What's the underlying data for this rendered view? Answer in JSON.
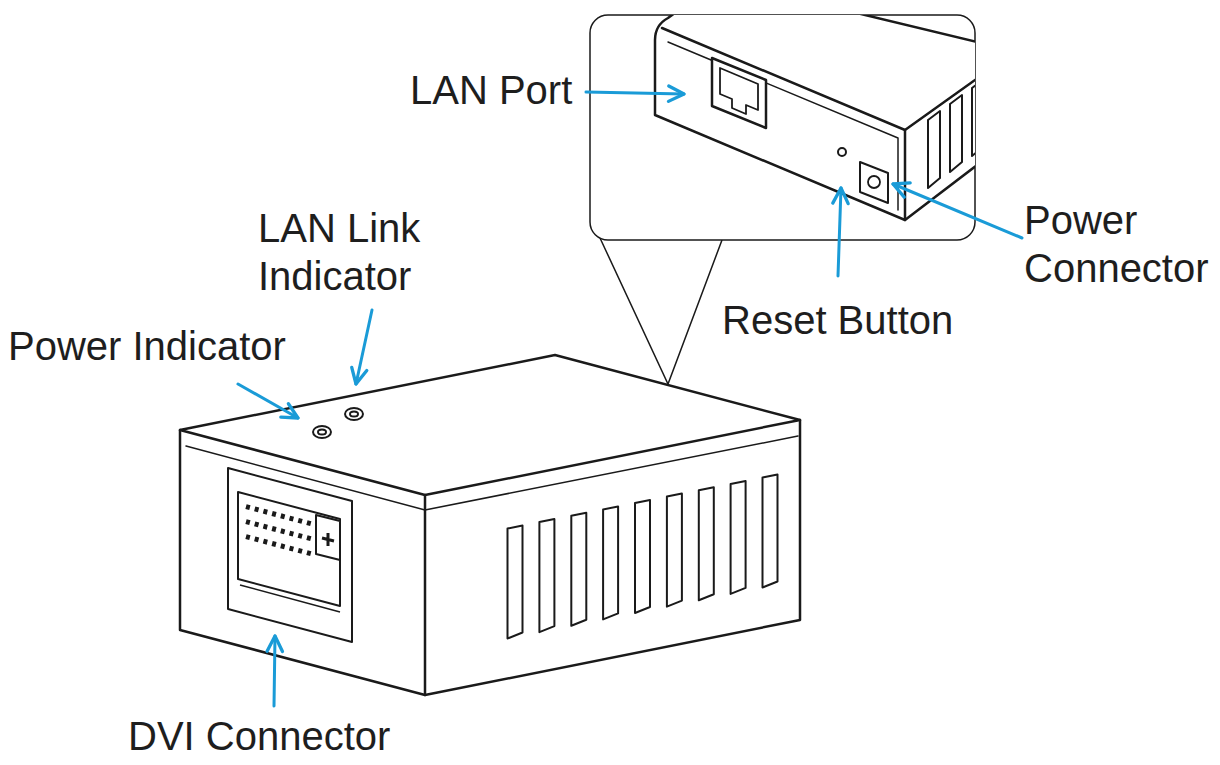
{
  "diagram": {
    "labels": [
      "LAN Port",
      "LAN Link Indicator",
      "Power Connector",
      "Reset Button",
      "Power Indicator",
      "DVI Connector"
    ]
  }
}
